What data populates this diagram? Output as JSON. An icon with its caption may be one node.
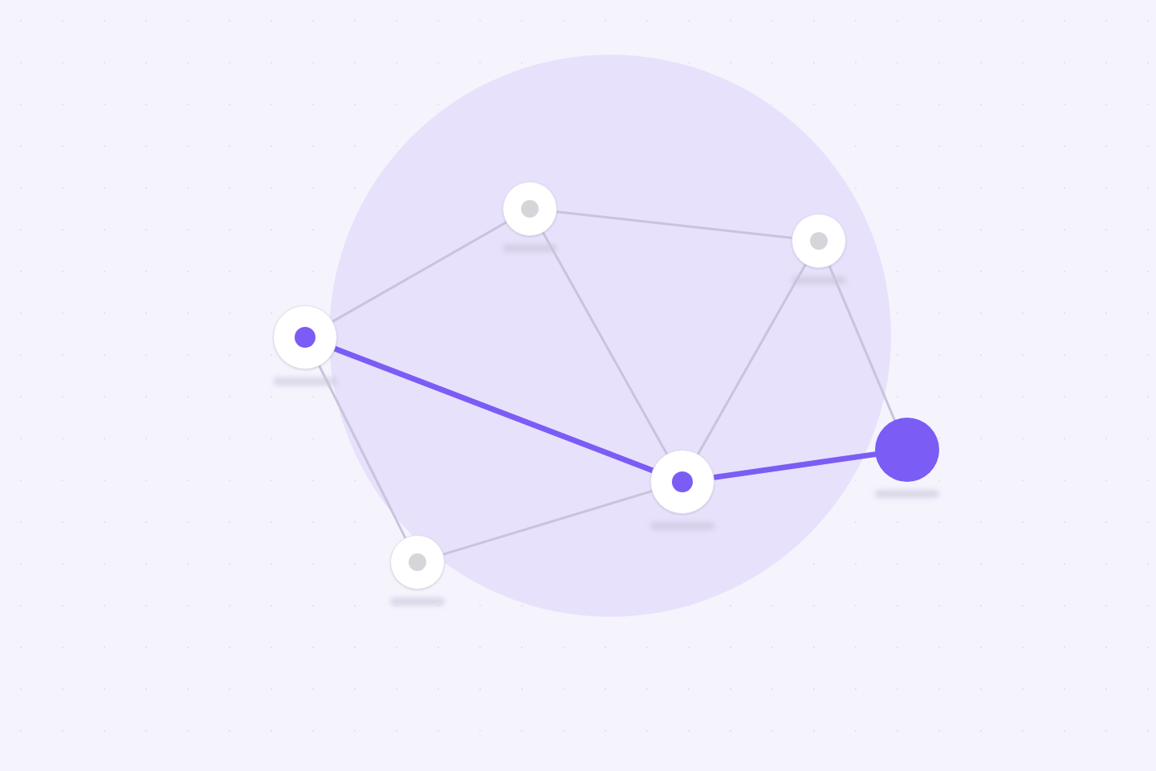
{
  "diagram": {
    "nodes": [
      {
        "text": [],
        "shape": "circle"
      },
      {
        "text": [],
        "shape": "circle"
      },
      {
        "text": [],
        "shape": "circle"
      },
      {
        "text": [],
        "shape": "circle"
      },
      {
        "text": [],
        "shape": "circle"
      },
      {
        "text": [],
        "shape": "circle"
      }
    ],
    "edges": [
      {
        "from": 0,
        "to": 2,
        "arrow": "none"
      },
      {
        "from": 0,
        "to": 1,
        "arrow": "none"
      },
      {
        "from": 2,
        "to": 4,
        "arrow": "none"
      },
      {
        "from": 2,
        "to": 3,
        "arrow": "none"
      },
      {
        "from": 4,
        "to": 3,
        "arrow": "none"
      },
      {
        "from": 4,
        "to": 5,
        "arrow": "none"
      },
      {
        "from": 1,
        "to": 3,
        "arrow": "none"
      },
      {
        "from": 0,
        "to": 3,
        "arrow": "none",
        "style": "thick",
        "color": "#7b5cf5"
      },
      {
        "from": 3,
        "to": 5,
        "arrow": "none",
        "style": "thick",
        "color": "#7b5cf5"
      }
    ]
  }
}
